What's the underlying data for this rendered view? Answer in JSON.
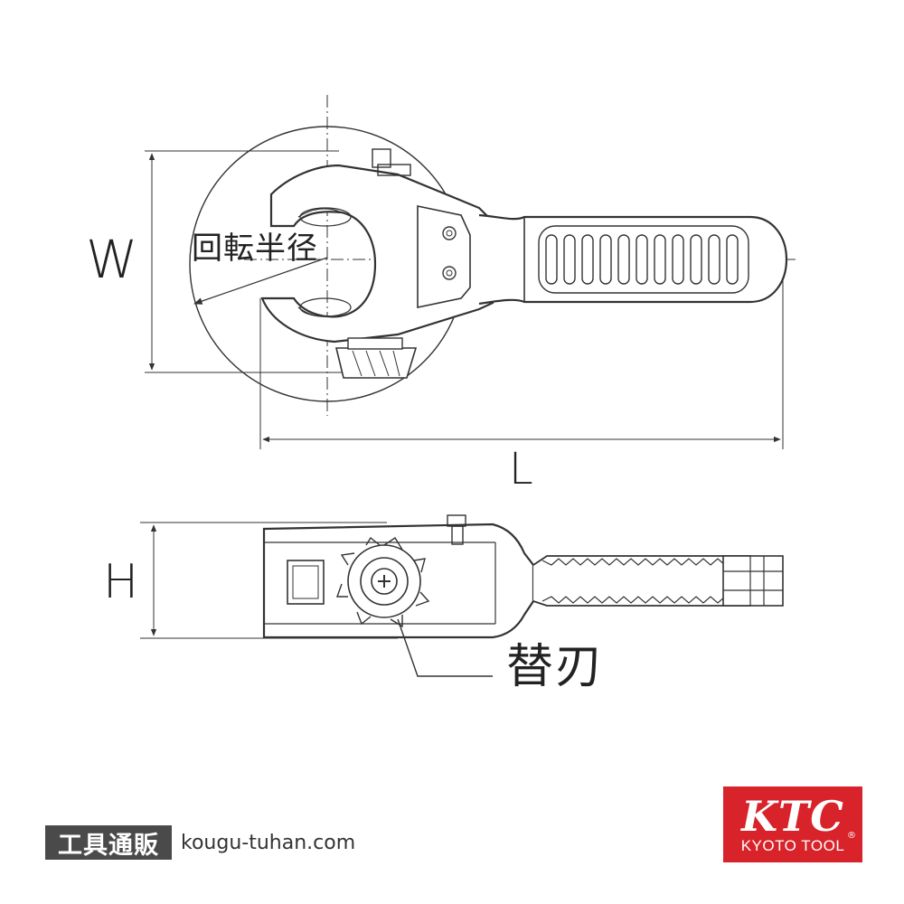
{
  "labels": {
    "width": "W",
    "length": "L",
    "height": "H",
    "rotation_radius": "回転半径",
    "replacement_blade": "替刃"
  },
  "footer": {
    "badge": "工具通販",
    "url": "kougu-tuhan.com"
  },
  "logo": {
    "main": "KTC",
    "sub": "KYOTO TOOL",
    "mark": "®",
    "color": "#d8232a"
  },
  "line_color": "#333333"
}
